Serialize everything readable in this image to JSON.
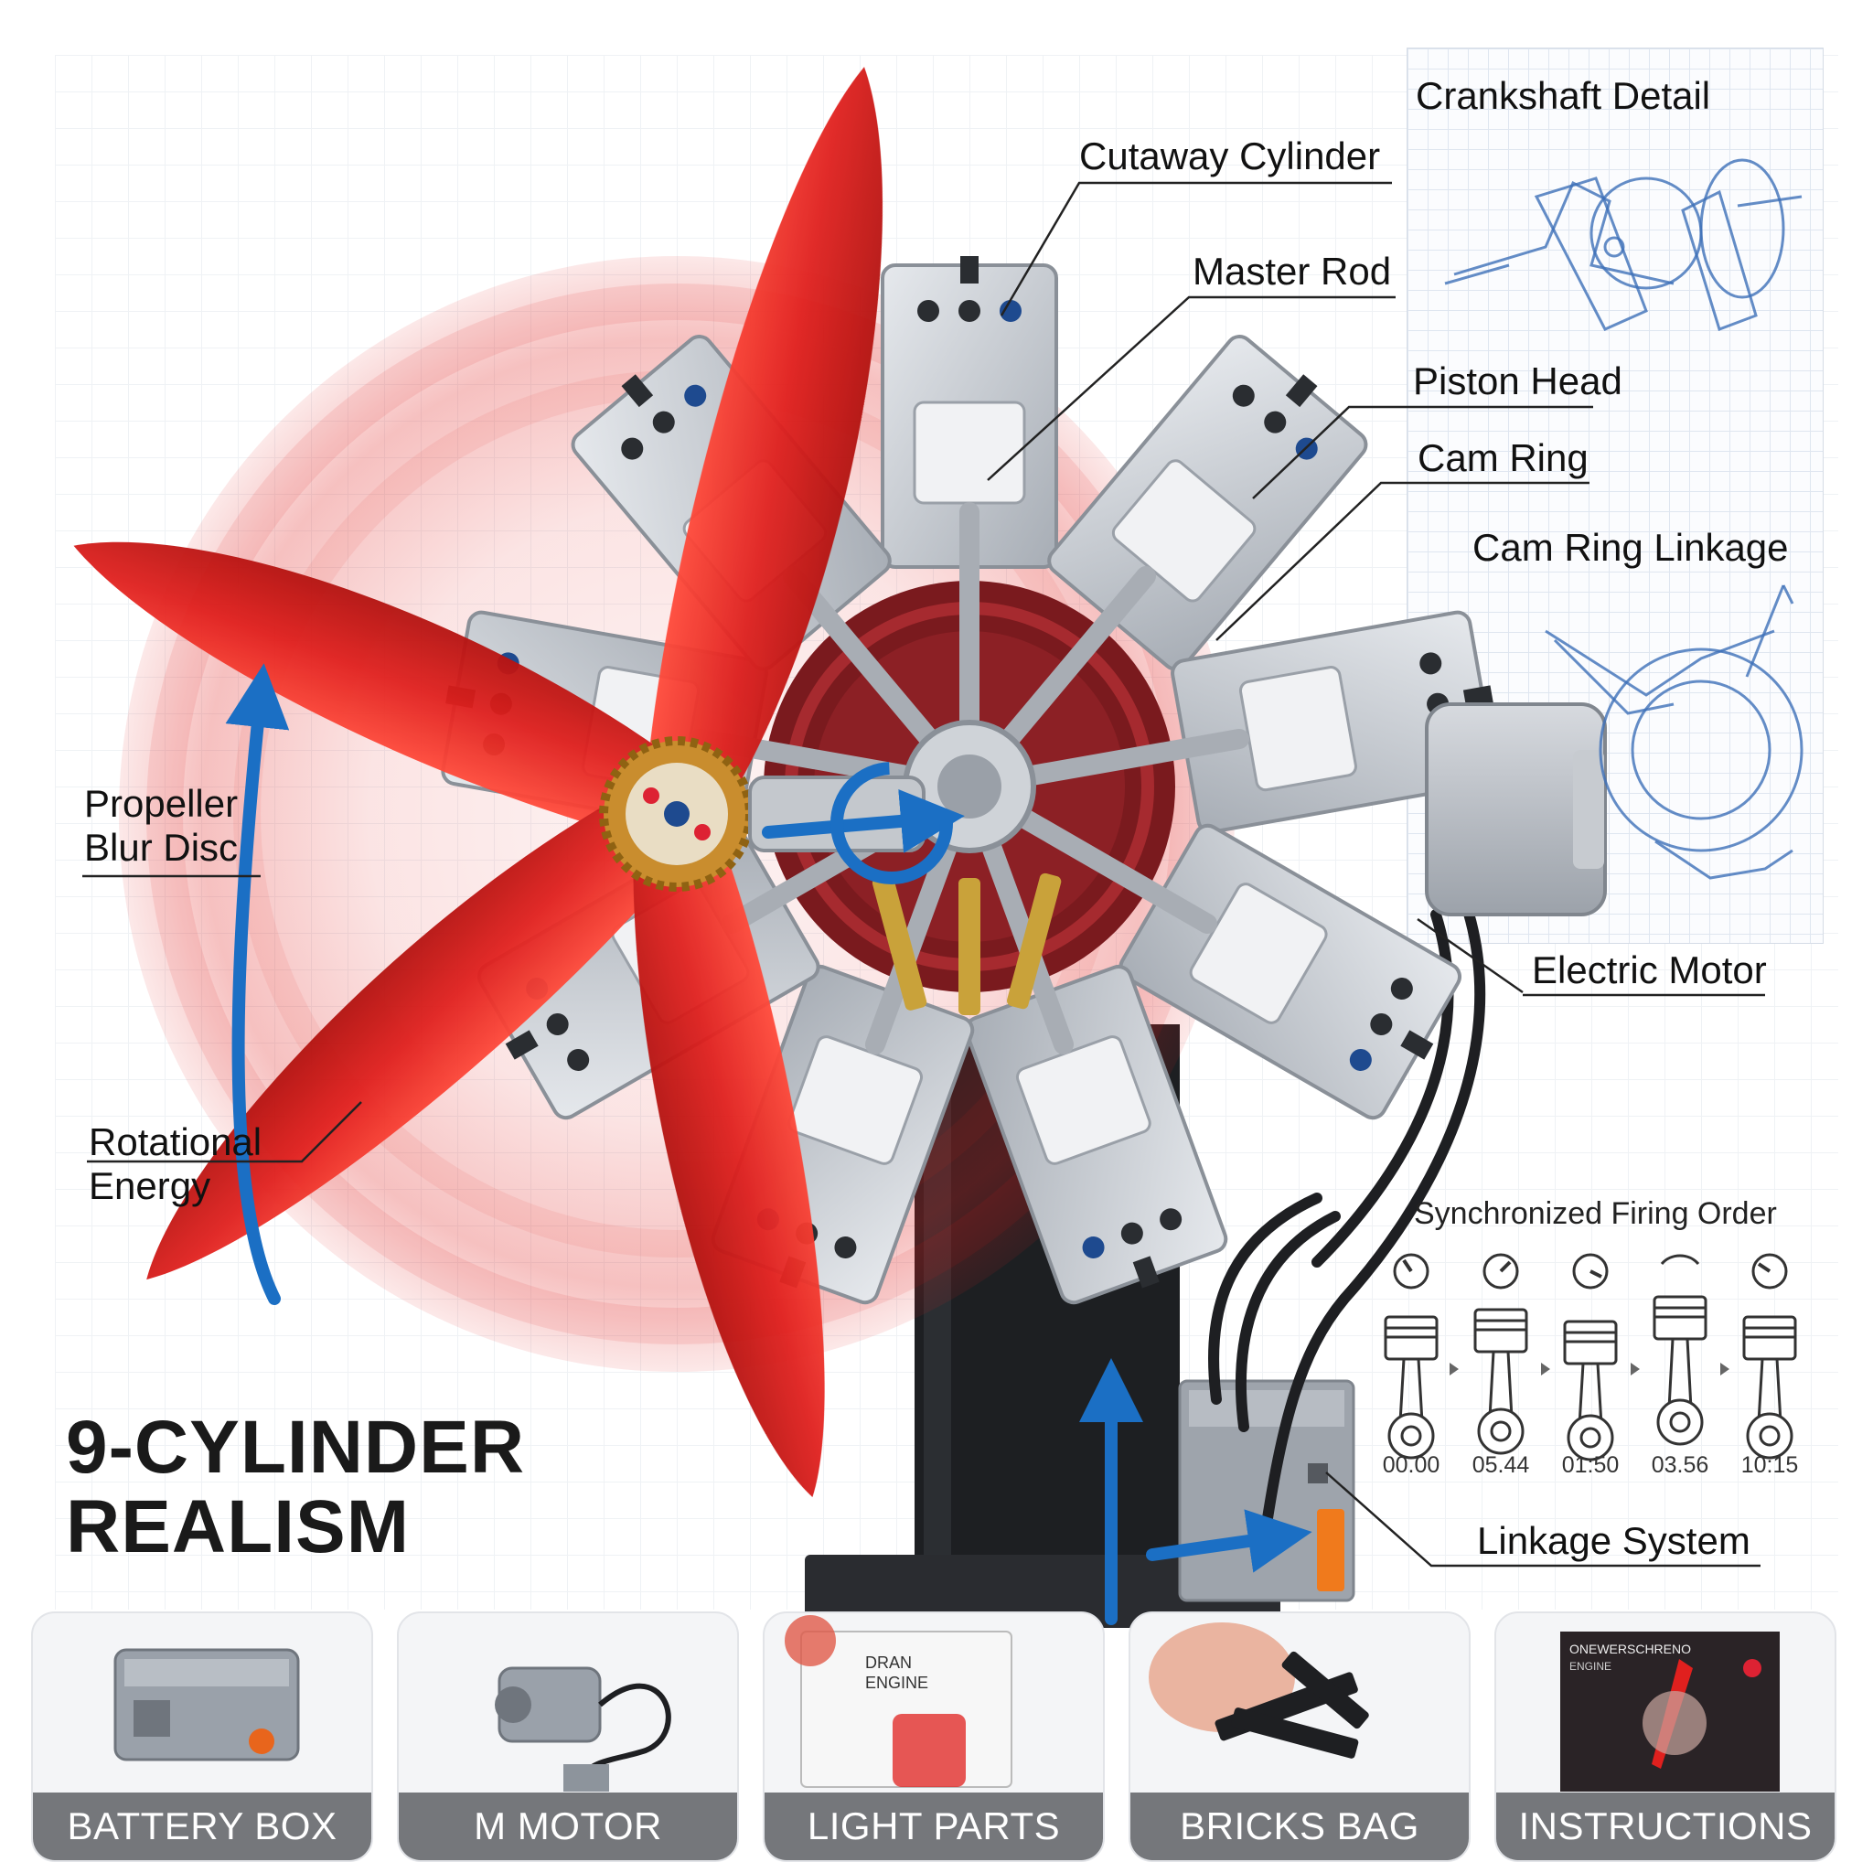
{
  "title": {
    "line1": "9-CYLINDER",
    "line2": "REALISM"
  },
  "callouts": {
    "crankshaft_detail": "Crankshaft Detail",
    "cutaway_cylinder": "Cutaway Cylinder",
    "master_rod": "Master Rod",
    "piston_head": "Piston Head",
    "cam_ring": "Cam Ring",
    "cam_ring_linkage": "Cam Ring Linkage",
    "electric_motor": "Electric Motor",
    "linkage_system": "Linkage System",
    "propeller_line1": "Propeller",
    "propeller_line2": "Blur Disc",
    "rotational_line1": "Rotational",
    "rotational_line2": "Energy"
  },
  "firing_order": {
    "title": "Synchronized Firing Order",
    "timestamps": [
      "00.00",
      "05.44",
      "01:50",
      "03.56",
      "10:15"
    ]
  },
  "components": [
    {
      "label": "BATTERY BOX"
    },
    {
      "label": "M MOTOR"
    },
    {
      "label": "LIGHT PARTS"
    },
    {
      "label": "BRICKS BAG"
    },
    {
      "label": "INSTRUCTIONS"
    }
  ],
  "packaging_text": {
    "manual_line1": "DRAN",
    "manual_line2": "ENGINE",
    "box_line1": "ONEWERSCHRENO",
    "box_line2": "ENGINE"
  },
  "colors": {
    "propeller_red": "#e0201e",
    "arrow_blue": "#1b6fc4",
    "engine_grey": "#b9bec5",
    "label_bar": "#75777b",
    "blueprint_line": "#3d6fb8"
  },
  "icons": [
    "propeller-icon",
    "engine-icon",
    "curved-arrow-icon",
    "battery-box-icon",
    "motor-icon",
    "light-parts-icon",
    "bricks-bag-icon",
    "instructions-box-icon",
    "piston-icon",
    "gauge-icon"
  ]
}
